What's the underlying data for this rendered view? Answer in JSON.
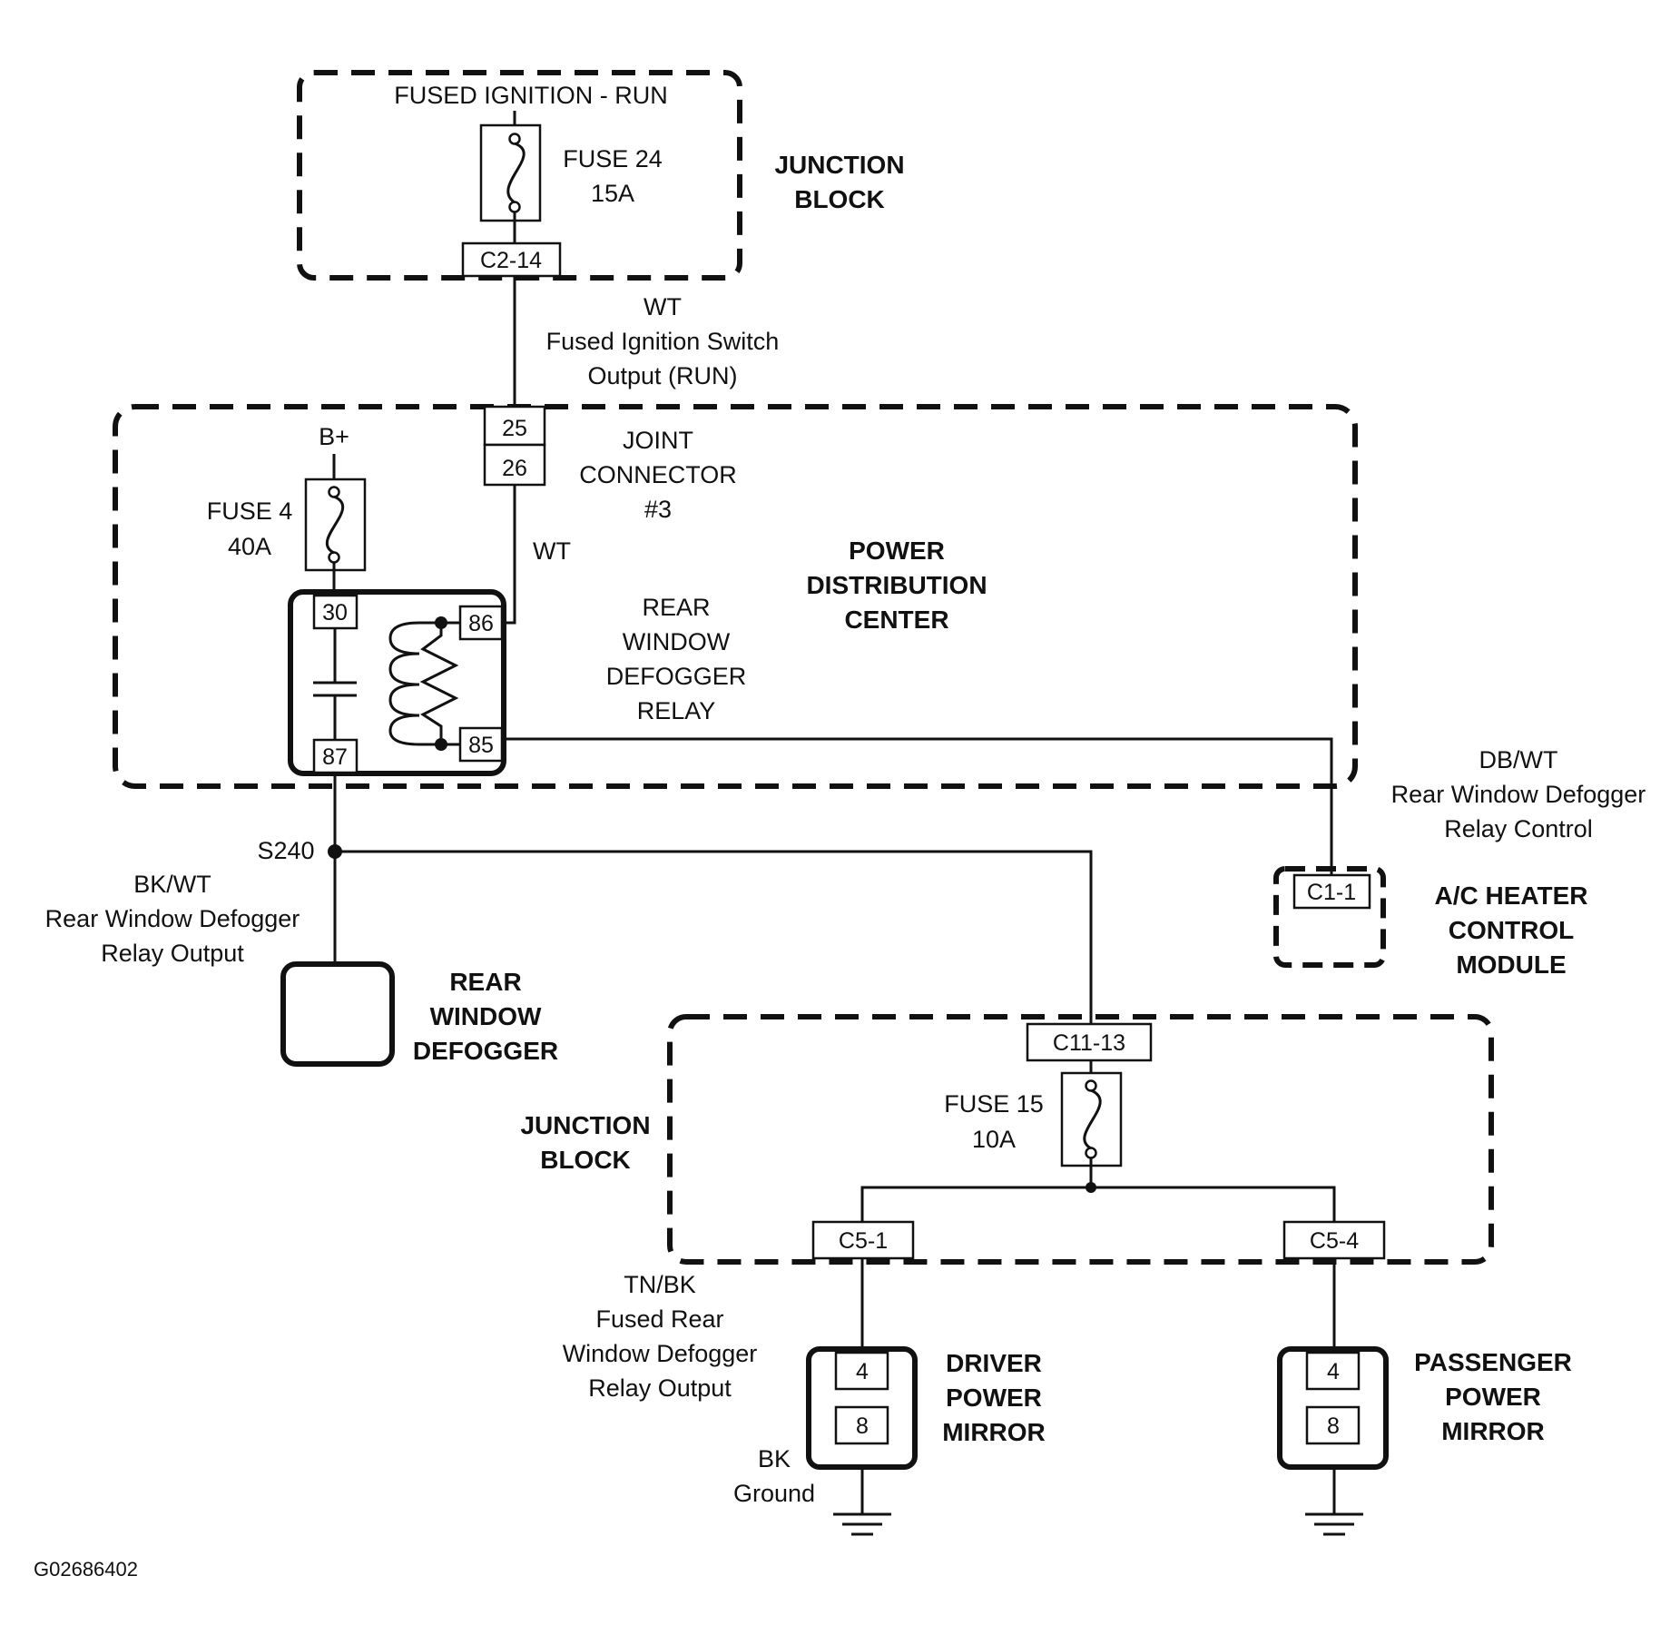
{
  "junction_block_top": {
    "source_label": "FUSED IGNITION - RUN",
    "fuse_name": "FUSE 24",
    "fuse_rating": "15A",
    "connector": "C2-14",
    "title_line1": "JUNCTION",
    "title_line2": "BLOCK"
  },
  "wire_ignition": {
    "color": "WT",
    "desc_line1": "Fused Ignition Switch",
    "desc_line2": "Output (RUN)"
  },
  "pdc": {
    "title_line1": "POWER",
    "title_line2": "DISTRIBUTION",
    "title_line3": "CENTER",
    "battery": "B+",
    "fuse_name": "FUSE 4",
    "fuse_rating": "40A",
    "joint_pin_a": "25",
    "joint_pin_b": "26",
    "joint_line1": "JOINT",
    "joint_line2": "CONNECTOR",
    "joint_line3": "#3",
    "wire_color": "WT",
    "relay": {
      "line1": "REAR",
      "line2": "WINDOW",
      "line3": "DEFOGGER",
      "line4": "RELAY",
      "pin_30": "30",
      "pin_86": "86",
      "pin_85": "85",
      "pin_87": "87"
    }
  },
  "wire_relay_control": {
    "color": "DB/WT",
    "desc_line1": "Rear Window Defogger",
    "desc_line2": "Relay Control"
  },
  "ac_module": {
    "connector": "C1-1",
    "line1": "A/C HEATER",
    "line2": "CONTROL",
    "line3": "MODULE"
  },
  "splice": "S240",
  "wire_relay_output": {
    "color": "BK/WT",
    "desc_line1": "Rear Window Defogger",
    "desc_line2": "Relay Output"
  },
  "rear_defogger": {
    "line1": "REAR",
    "line2": "WINDOW",
    "line3": "DEFOGGER"
  },
  "junction_block_bottom": {
    "title_line1": "JUNCTION",
    "title_line2": "BLOCK",
    "connector_in": "C11-13",
    "fuse_name": "FUSE 15",
    "fuse_rating": "10A",
    "connector_left": "C5-1",
    "connector_right": "C5-4"
  },
  "wire_fused_output": {
    "color": "TN/BK",
    "desc_line1": "Fused Rear",
    "desc_line2": "Window Defogger",
    "desc_line3": "Relay Output"
  },
  "driver_mirror": {
    "pin_top": "4",
    "pin_bottom": "8",
    "line1": "DRIVER",
    "line2": "POWER",
    "line3": "MIRROR"
  },
  "passenger_mirror": {
    "pin_top": "4",
    "pin_bottom": "8",
    "line1": "PASSENGER",
    "line2": "POWER",
    "line3": "MIRROR"
  },
  "ground_wire": {
    "color": "BK",
    "desc": "Ground"
  },
  "figure_code": "G02686402"
}
